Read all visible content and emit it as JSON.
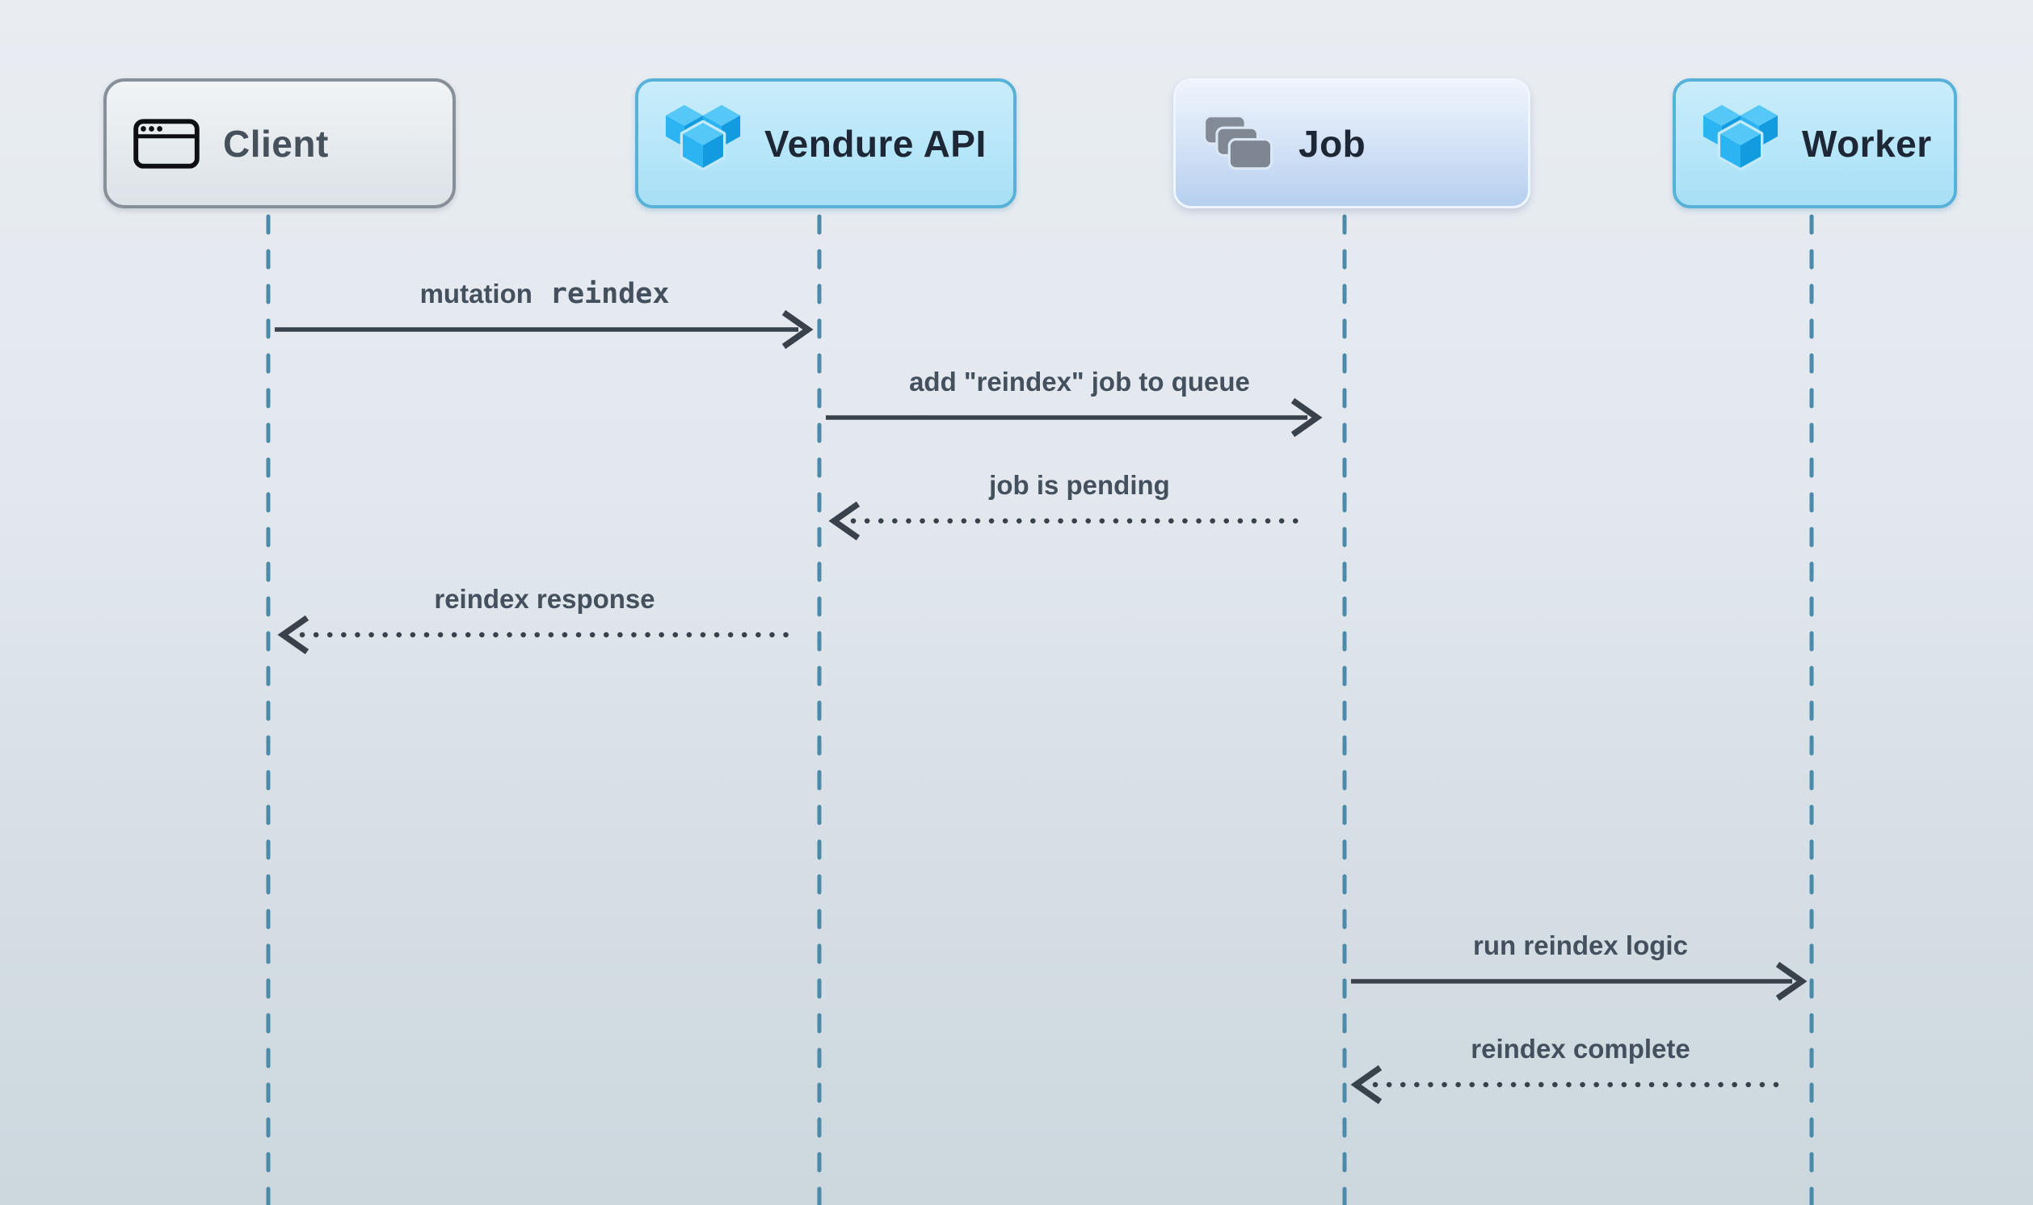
{
  "diagram": {
    "type": "sequence",
    "participants": [
      {
        "label": "Client",
        "icon": "browser-window-icon"
      },
      {
        "label": "Vendure API",
        "icon": "vendure-logo-icon"
      },
      {
        "label": "Job",
        "icon": "stacked-cards-icon"
      },
      {
        "label": "Worker",
        "icon": "vendure-logo-icon"
      }
    ],
    "messages": [
      {
        "from": "Client",
        "to": "Vendure API",
        "kind": "solid",
        "label": "mutation",
        "code": "reindex"
      },
      {
        "from": "Vendure API",
        "to": "Job",
        "kind": "solid",
        "label": "add \"reindex\" job to queue"
      },
      {
        "from": "Job",
        "to": "Vendure API",
        "kind": "dotted",
        "label": "job is pending"
      },
      {
        "from": "Vendure API",
        "to": "Client",
        "kind": "dotted",
        "label": "reindex response"
      },
      {
        "from": "Job",
        "to": "Worker",
        "kind": "solid",
        "label": "run reindex logic"
      },
      {
        "from": "Worker",
        "to": "Job",
        "kind": "dotted",
        "label": "reindex complete"
      }
    ],
    "colors": {
      "background_top": "#e9edf2",
      "background_bottom": "#ccd7de",
      "lifeline": "#4c8aa9",
      "arrow": "#39424b",
      "message_text": "#45505e",
      "participant_text_dark": "#1d2736",
      "participant_text_gray": "#46515c",
      "vendure_blue": "#2cb3f1",
      "card_gray": "#7e8692"
    }
  }
}
